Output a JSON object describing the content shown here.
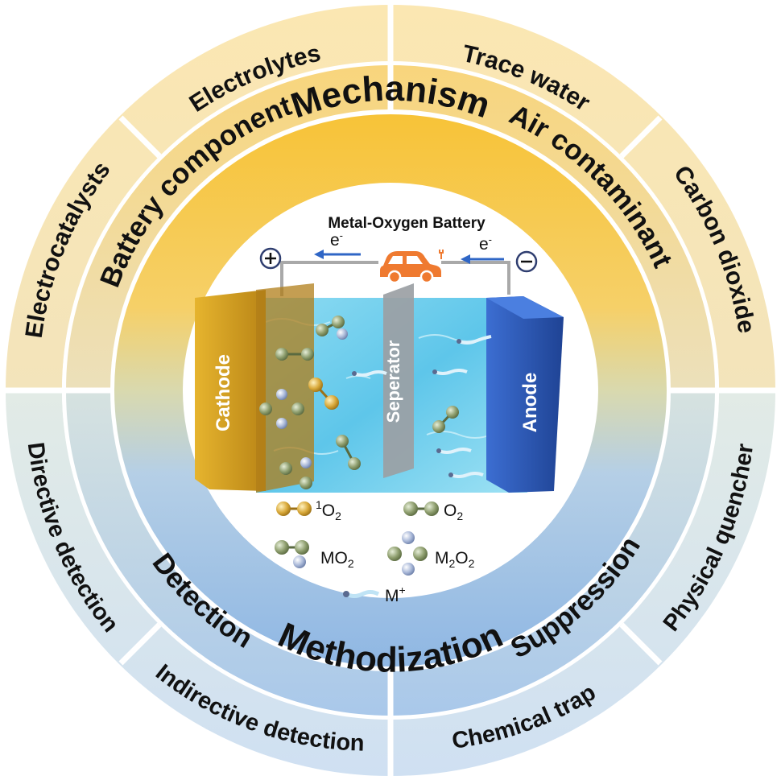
{
  "core": {
    "title": "Metal-Oxygen Battery",
    "electron_left": "e",
    "electron_right": "e",
    "electron_sup": "-",
    "plus_sign": "+",
    "minus_sign": "−",
    "cathode": "Cathode",
    "separator": "Seperator",
    "anode": "Anode"
  },
  "legend": {
    "singlet_sup": "1",
    "singlet_base": "O",
    "singlet_sub": "2",
    "oxygen_base": "O",
    "oxygen_sub": "2",
    "mo2_base": "MO",
    "mo2_sub": "2",
    "m2o2_a": "M",
    "m2o2_a_sub": "2",
    "m2o2_b": "O",
    "m2o2_b_sub": "2",
    "ion_base": "M",
    "ion_sup": "+"
  },
  "inner_ring": {
    "top": "Mechanism",
    "bottom": "Methodization"
  },
  "middle_ring": {
    "battery_component": "Battery component",
    "air_contaminant": "Air contaminant",
    "detection": "Detection",
    "suppression": "Suppression"
  },
  "outer_ring": {
    "electrolytes": "Electrolytes",
    "electrocatalysts": "Electrocatalysts",
    "trace_water": "Trace water",
    "carbon_dioxide": "Carbon dioxide",
    "directive_detection": "Directive detection",
    "indirective_detection": "Indirective detection",
    "chemical_trap": "Chemical trap",
    "physical_quencher": "Physical quencher"
  },
  "colors": {
    "top_outer": "#f8e3ad",
    "top_mid": "#f5cf6f",
    "top_inner": "#f7c338",
    "bottom_outer": "#d8e6f4",
    "bottom_mid": "#b7d1ec",
    "bottom_inner": "#9ac0e6",
    "cathode": "#d9a425",
    "anode": "#2a58b8",
    "separator": "#9ba0a4",
    "electrolyte": "#7fd2ec",
    "car": "#ef7a30",
    "wire": "#a9a9a9",
    "arrow": "#2f66c6"
  },
  "icons": {
    "car": "car-icon",
    "plus": "plus-terminal-icon",
    "minus": "minus-terminal-icon"
  }
}
